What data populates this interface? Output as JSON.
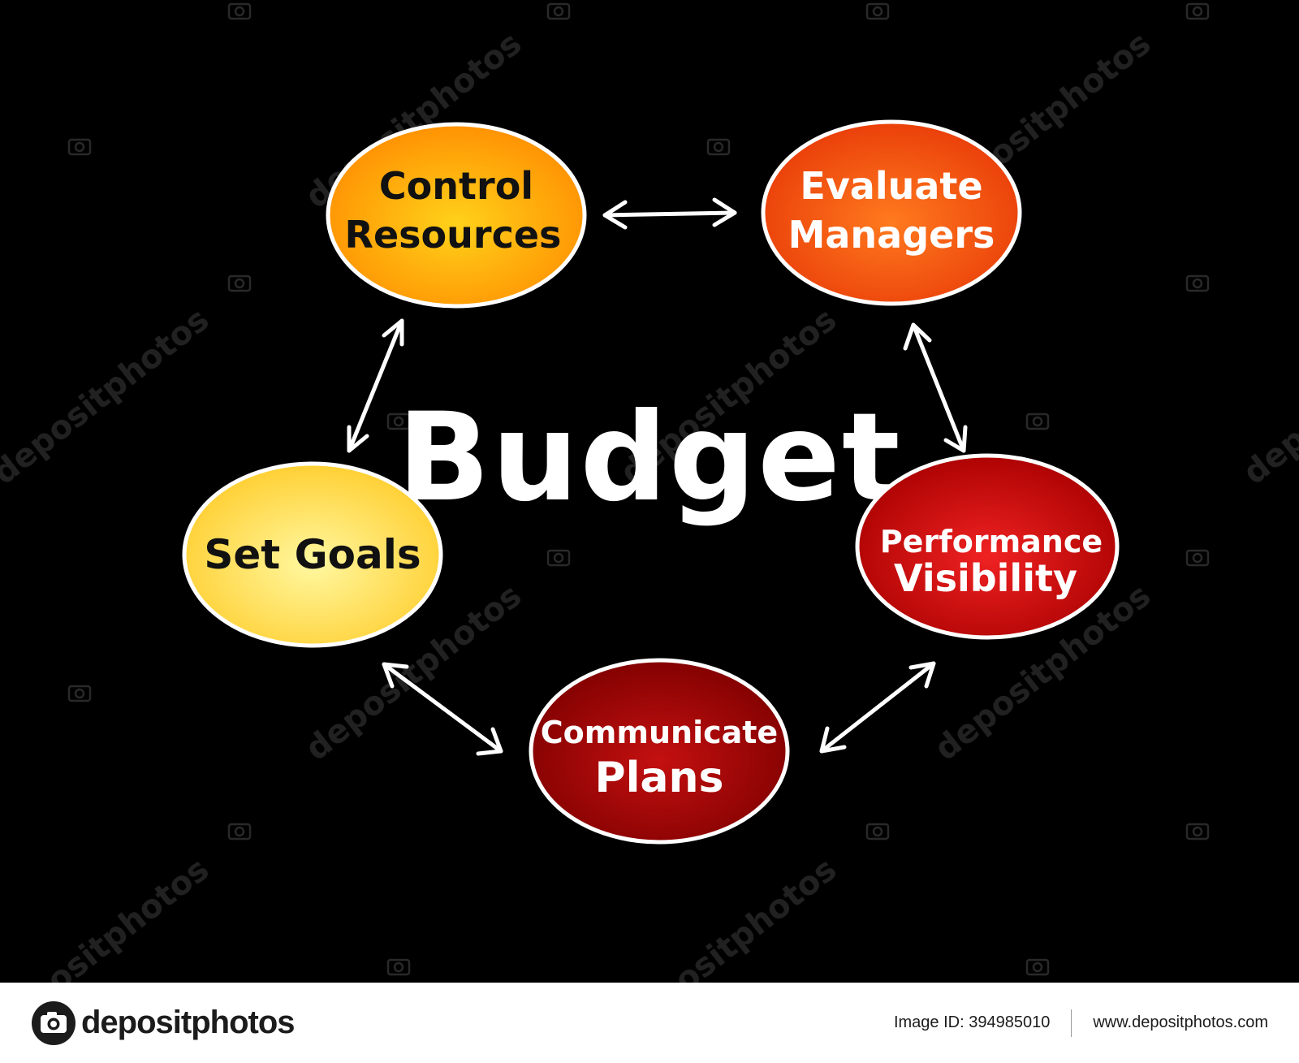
{
  "diagram": {
    "title": "Budget",
    "nodes": [
      {
        "id": "control",
        "lines": [
          "Control",
          "Resources"
        ],
        "fill_inner": "#ffd21a",
        "fill_outer": "#ff8c00",
        "text_color": "#111111"
      },
      {
        "id": "evaluate",
        "lines": [
          "Evaluate",
          "Managers"
        ],
        "fill_inner": "#ff7a1e",
        "fill_outer": "#e83a08",
        "text_color": "#ffffff"
      },
      {
        "id": "performance",
        "lines": [
          "Performance",
          "Visibility"
        ],
        "fill_inner": "#f02222",
        "fill_outer": "#a80000",
        "text_color": "#ffffff"
      },
      {
        "id": "communicate",
        "lines": [
          "Communicate",
          "Plans"
        ],
        "fill_inner": "#c41010",
        "fill_outer": "#7e0000",
        "text_color": "#ffffff"
      },
      {
        "id": "setgoals",
        "lines": [
          "Set Goals"
        ],
        "fill_inner": "#fff8a0",
        "fill_outer": "#ffcc2a",
        "text_color": "#111111"
      }
    ],
    "edges": [
      {
        "from": "control",
        "to": "evaluate",
        "direction": "bidirectional"
      },
      {
        "from": "evaluate",
        "to": "performance",
        "direction": "bidirectional"
      },
      {
        "from": "performance",
        "to": "communicate",
        "direction": "bidirectional"
      },
      {
        "from": "communicate",
        "to": "setgoals",
        "direction": "bidirectional"
      },
      {
        "from": "setgoals",
        "to": "control",
        "direction": "bidirectional"
      }
    ],
    "background": "#000000",
    "line_color": "#ffffff"
  },
  "watermark": {
    "text": "depositphotos"
  },
  "footer": {
    "brand": "depositphotos",
    "image_id": "Image ID: 394985010",
    "website": "www.depositphotos.com"
  }
}
